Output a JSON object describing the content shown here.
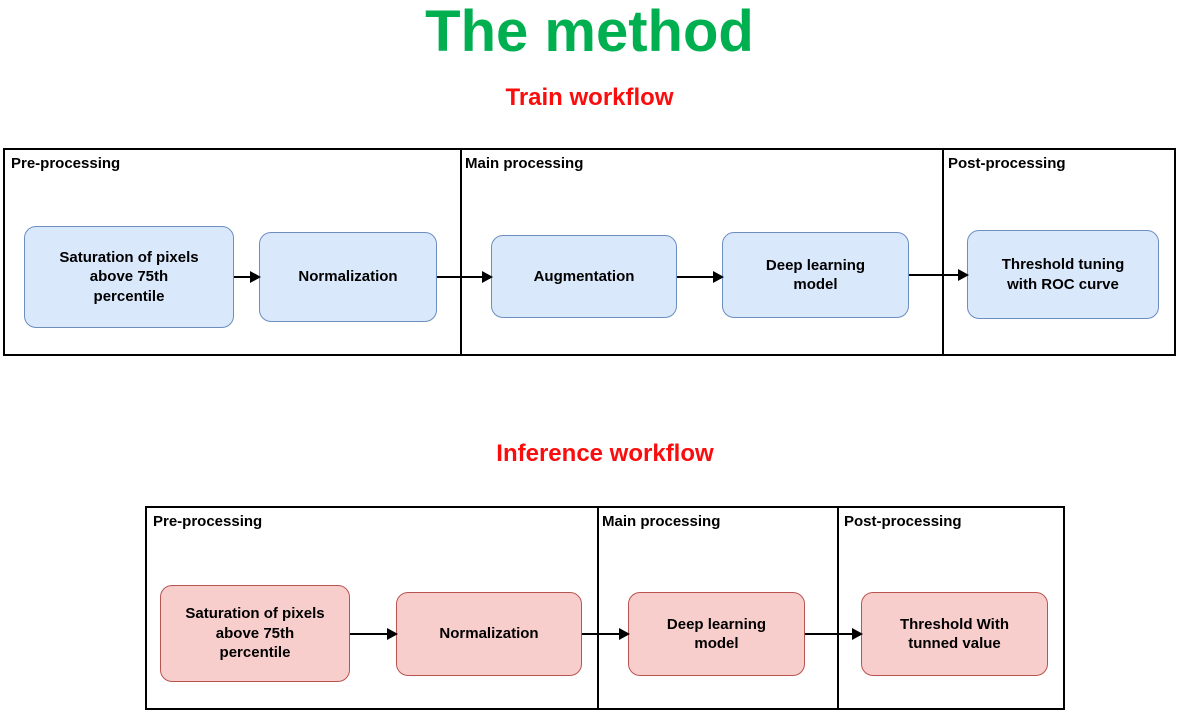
{
  "page": {
    "title": "The method",
    "title_color": "#00b050",
    "subtitle_color": "#fb0d0d"
  },
  "train": {
    "subtitle": "Train workflow",
    "box_fill": "#dae8fc",
    "box_border": "#6c8ebf",
    "sections": [
      {
        "label": "Pre-processing"
      },
      {
        "label": "Main processing"
      },
      {
        "label": "Post-processing"
      }
    ],
    "boxes": [
      {
        "label": "Saturation of pixels\nabove 75th\npercentile"
      },
      {
        "label": "Normalization"
      },
      {
        "label": "Augmentation"
      },
      {
        "label": "Deep learning\nmodel"
      },
      {
        "label": "Threshold tuning\nwith ROC curve"
      }
    ]
  },
  "inference": {
    "subtitle": "Inference workflow",
    "box_fill": "#f8cecc",
    "box_border": "#b85450",
    "sections": [
      {
        "label": "Pre-processing"
      },
      {
        "label": "Main processing"
      },
      {
        "label": "Post-processing"
      }
    ],
    "boxes": [
      {
        "label": "Saturation of pixels\nabove 75th\npercentile"
      },
      {
        "label": "Normalization"
      },
      {
        "label": "Deep learning\nmodel"
      },
      {
        "label": "Threshold With\ntunned value"
      }
    ]
  }
}
